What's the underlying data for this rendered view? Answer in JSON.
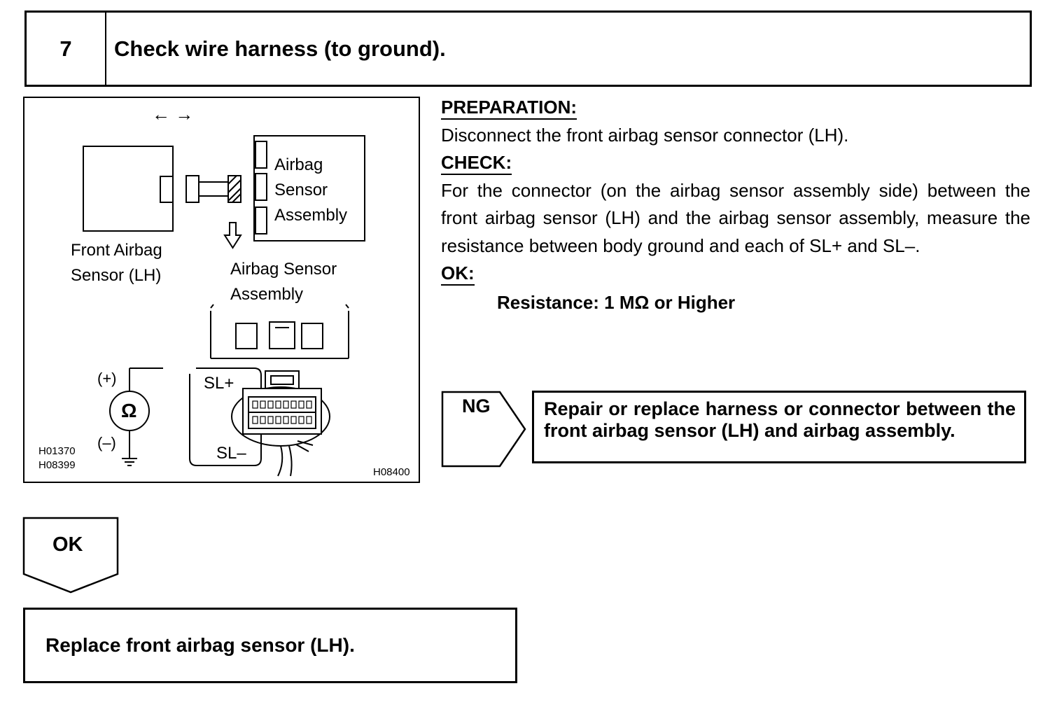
{
  "step": {
    "number": "7",
    "title": "Check wire harness (to ground)."
  },
  "figure": {
    "arrows": "← →",
    "sensor_label_line1": "Front Airbag",
    "sensor_label_line2": "Sensor (LH)",
    "assembly_label_line1": "Airbag",
    "assembly_label_line2": "Sensor",
    "assembly_label_line3": "Assembly",
    "connector_label_line1": "Airbag Sensor",
    "connector_label_line2": "Assembly",
    "plus": "(+)",
    "minus": "(–)",
    "ohm": "Ω",
    "sl_plus": "SL+",
    "sl_minus": "SL–",
    "code1": "H01370",
    "code2": "H08399",
    "code3": "H08400"
  },
  "instructions": {
    "preparation_heading": "PREPARATION:",
    "preparation_text": "Disconnect the front airbag sensor connector (LH).",
    "check_heading": "CHECK:",
    "check_text": "For the connector (on the airbag sensor assembly side) between the front airbag sensor (LH) and the airbag sensor assembly, measure the resistance between body ground and each of SL+ and SL–.",
    "ok_heading": "OK:",
    "ok_result": "Resistance: 1 MΩ or Higher"
  },
  "ng": {
    "label": "NG",
    "action": "Repair or replace harness or connector between the front airbag sensor (LH) and airbag assembly."
  },
  "ok": {
    "label": "OK",
    "action": "Replace front airbag sensor (LH)."
  }
}
